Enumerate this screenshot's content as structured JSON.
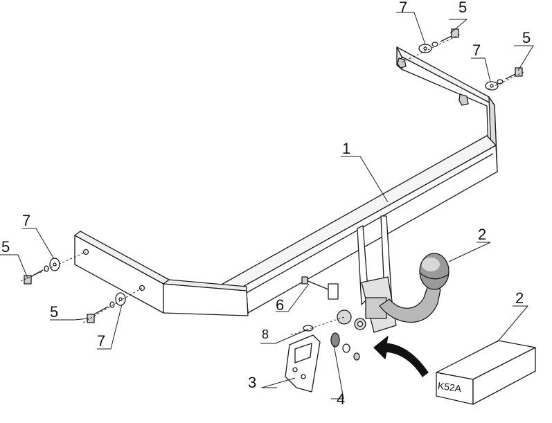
{
  "labels": {
    "part_1": "1",
    "part_2_ball": "2",
    "part_2_box": "2",
    "part_3": "3",
    "part_4": "4",
    "part_5_top": "5",
    "part_5_top_right": "5",
    "part_5_left": "5",
    "part_5_lower_left": "5",
    "part_6": "6",
    "part_7_top": "7",
    "part_7_top_right": "7",
    "part_7_left": "7",
    "part_7_lower_left": "7",
    "part_8": "8"
  },
  "box_label": "K52A",
  "colors": {
    "line": "#1a1a1a",
    "fill": "#ffffff",
    "shade": "#d9d9d9",
    "dark": "#6e6e6e"
  }
}
